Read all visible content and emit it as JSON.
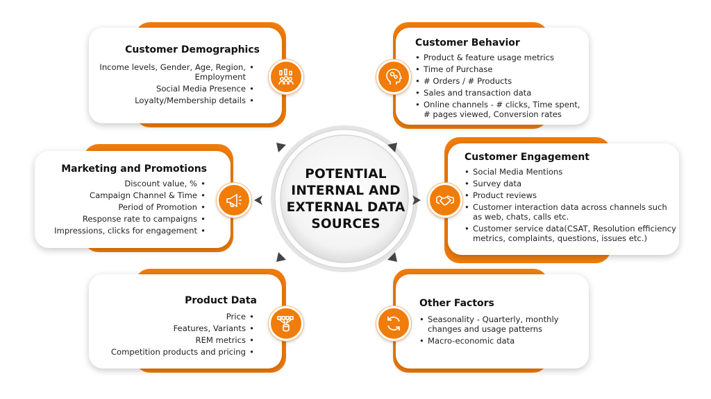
{
  "center": {
    "line1": "POTENTIAL",
    "line2": "INTERNAL AND",
    "line3": "EXTERNAL DATA",
    "line4": "SOURCES"
  },
  "colors": {
    "accent": "#f07c0a",
    "text": "#1a1a1a",
    "ring": "#d9d9d9"
  },
  "cards": {
    "demographics": {
      "title": "Customer Demographics",
      "icon": "people-chart-icon",
      "items": [
        "Income levels, Gender, Age, Region, Employment",
        "Social Media Presence",
        "Loyalty/Membership details"
      ]
    },
    "behavior": {
      "title": "Customer Behavior",
      "icon": "head-gears-icon",
      "items": [
        "Product & feature usage metrics",
        "Time of Purchase",
        "# Orders / # Products",
        "Sales and transaction data",
        "Online channels - # clicks, Time spent, # pages viewed, Conversion rates"
      ]
    },
    "marketing": {
      "title": "Marketing and Promotions",
      "icon": "megaphone-icon",
      "items": [
        "Discount value, %",
        "Campaign Channel & Time",
        "Period of Promotion",
        "Response rate to campaigns",
        "Impressions, clicks for engagement"
      ]
    },
    "engagement": {
      "title": "Customer Engagement",
      "icon": "handshake-icon",
      "items": [
        "Social Media Mentions",
        "Survey data",
        "Product reviews",
        "Customer interaction data across channels such as web, chats, calls etc.",
        "Customer service data(CSAT, Resolution efficiency metrics, complaints, questions, issues etc.)"
      ]
    },
    "product": {
      "title": "Product Data",
      "icon": "product-flow-icon",
      "items": [
        "Price",
        "Features, Variants",
        "REM metrics",
        "Competition products and pricing"
      ]
    },
    "other": {
      "title": "Other Factors",
      "icon": "cycle-arrows-icon",
      "items": [
        "Seasonality - Quarterly, monthly changes and usage patterns",
        "Macro-economic data"
      ]
    }
  }
}
